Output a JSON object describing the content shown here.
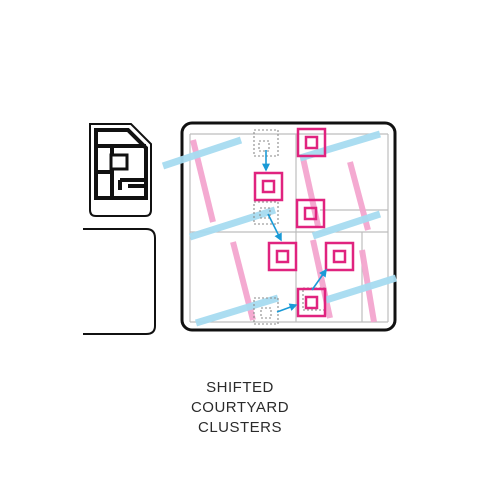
{
  "title_lines": [
    "SHIFTED",
    "COURTYARD",
    "CLUSTERS"
  ],
  "colors": {
    "outline": "#111111",
    "magenta": "#e0237f",
    "pink_band": "#f4a6cf",
    "blue_band": "#a7dcf1",
    "arrow": "#1a9ad6",
    "grid": "#bdbdbd",
    "dotted": "#8a8a8a",
    "caption": "#2b2b2b"
  },
  "icons": [
    "document-plan-icon",
    "blank-card-icon",
    "site-plan-icon"
  ]
}
